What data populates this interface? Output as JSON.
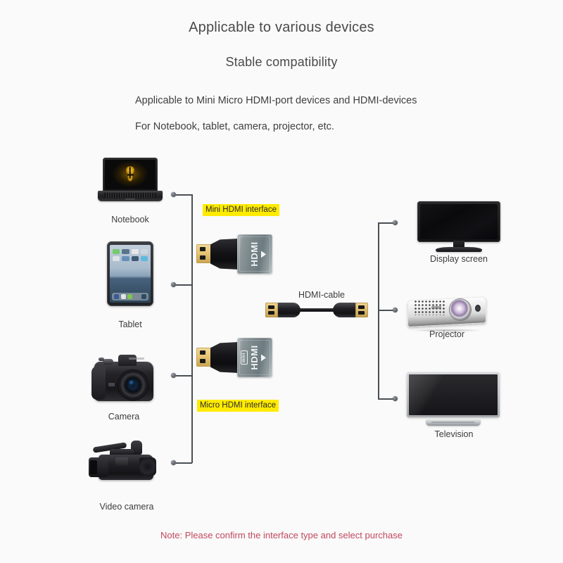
{
  "headings": {
    "title": "Applicable to various devices",
    "subtitle": "Stable compatibility",
    "line1": "Applicable to Mini Micro HDMI-port devices and HDMI-devices",
    "line2": "For Notebook, tablet, camera, projector, etc."
  },
  "source_devices": [
    {
      "label": "Notebook",
      "icon": "laptop-icon"
    },
    {
      "label": "Tablet",
      "icon": "tablet-icon"
    },
    {
      "label": "Camera",
      "icon": "camera-icon"
    },
    {
      "label": "Video camera",
      "icon": "camcorder-icon"
    }
  ],
  "target_devices": [
    {
      "label": "Display screen",
      "icon": "monitor-icon"
    },
    {
      "label": "Projector",
      "icon": "projector-icon"
    },
    {
      "label": "Television",
      "icon": "tv-icon"
    }
  ],
  "adapters": [
    {
      "tag": "Mini HDMI interface",
      "port_text": "HDMI",
      "size_text": "",
      "icon": "mini-hdmi-adapter-icon"
    },
    {
      "tag": "Micro HDMI interface",
      "port_text": "HDMI",
      "size_text": "mini",
      "icon": "micro-hdmi-adapter-icon"
    }
  ],
  "cable": {
    "label": "HDMI-cable",
    "icon": "hdmi-cable-icon"
  },
  "note": "Note: Please confirm the interface type and select purchase",
  "colors": {
    "background": "#fafafa",
    "heading_text": "#4a4a4a",
    "body_text": "#3c3c3c",
    "highlight": "#ffeb00",
    "note_text": "#c0485e",
    "connector_line": "#4a4f55",
    "gold_contact": "#e8c878",
    "adapter_shell": "#8d979a"
  }
}
